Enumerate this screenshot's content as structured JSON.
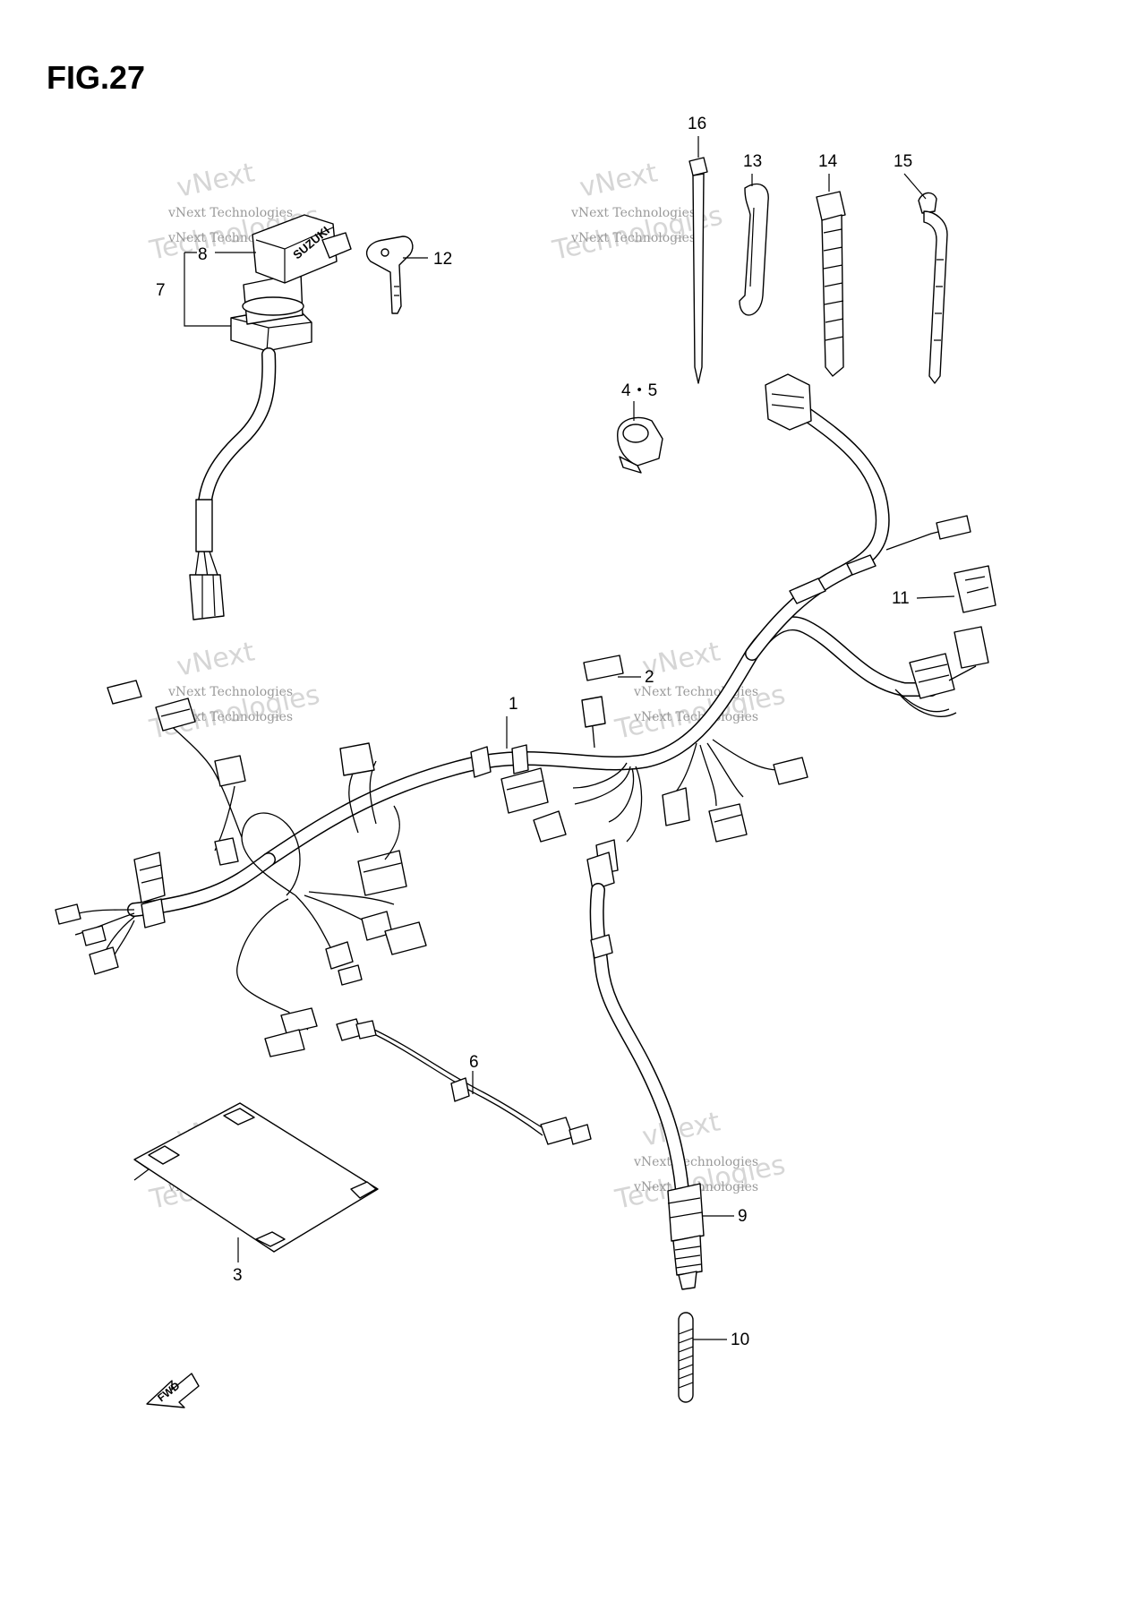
{
  "figure": {
    "title": "FIG.27"
  },
  "callouts": [
    {
      "id": "1",
      "text": "1"
    },
    {
      "id": "2",
      "text": "2"
    },
    {
      "id": "3",
      "text": "3"
    },
    {
      "id": "4-5",
      "text": "4・5"
    },
    {
      "id": "6",
      "text": "6"
    },
    {
      "id": "7",
      "text": "7"
    },
    {
      "id": "8",
      "text": "8"
    },
    {
      "id": "9",
      "text": "9"
    },
    {
      "id": "10",
      "text": "10"
    },
    {
      "id": "11",
      "text": "11"
    },
    {
      "id": "12",
      "text": "12"
    },
    {
      "id": "13",
      "text": "13"
    },
    {
      "id": "14",
      "text": "14"
    },
    {
      "id": "15",
      "text": "15"
    },
    {
      "id": "16",
      "text": "16"
    }
  ],
  "ignition_switch": {
    "brand": "SUZUKI"
  },
  "direction_marker": {
    "text": "FWD"
  },
  "watermark": {
    "line1": "vNext",
    "line2": "vNext Technologies",
    "line3": "Technologies",
    "line4": "vNext Technologies"
  },
  "colors": {
    "line": "#000000",
    "watermark": "#c8c8c8",
    "background": "#ffffff"
  }
}
